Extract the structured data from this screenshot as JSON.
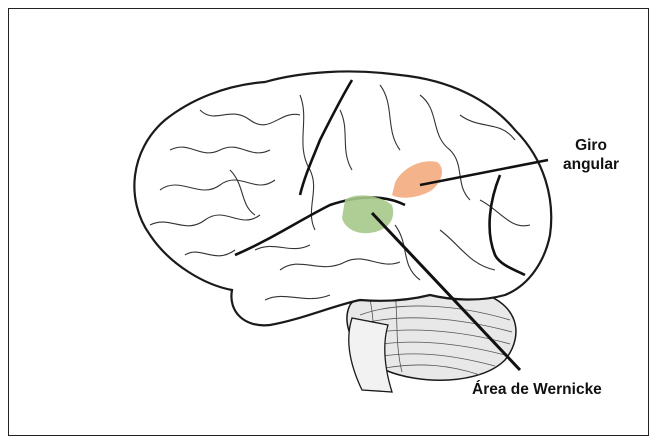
{
  "labels": {
    "giro_line1": "Giro",
    "giro_line2": "angular",
    "wernicke": "Área de Wernicke"
  },
  "colors": {
    "outline": "#1a1a1a",
    "angular_gyrus": "#f4ab7e",
    "wernicke_area": "#a6c98a"
  }
}
